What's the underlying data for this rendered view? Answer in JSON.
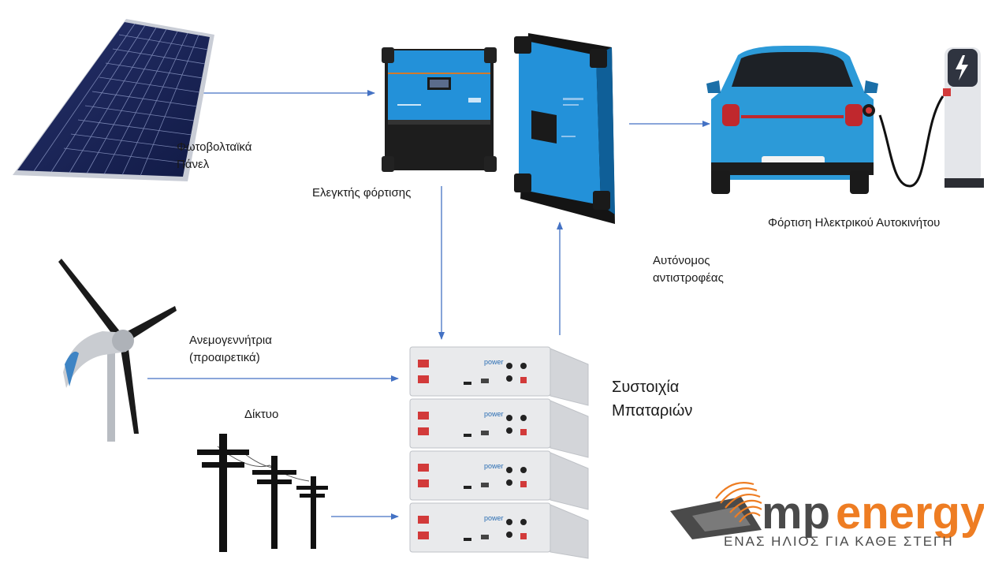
{
  "labels": {
    "pv_line1": "Φωτοβολταϊκά",
    "pv_line2": "Πάνελ",
    "controller": "Ελεγκτής φόρτισης",
    "ev": "Φόρτιση Ηλεκτρικού Αυτοκινήτου",
    "inverter_line1": "Αυτόνομος",
    "inverter_line2": "αντιστροφέας",
    "wind_line1": "Ανεμογεννήτρια",
    "wind_line2": "(προαιρετικά)",
    "grid": "Δίκτυο",
    "battery_line1": "Συστοιχία",
    "battery_line2": "Μπαταριών"
  },
  "battery_brand": "power",
  "logo": {
    "mp": "mp",
    "energy": "energy",
    "tagline": "ΕΝΑΣ ΗΛΙΟΣ ΓΙΑ ΚΑΘΕ ΣΤΕΓΗ"
  },
  "colors": {
    "arrow": "#4472c4",
    "victron_blue": "#1f8fd6",
    "car_blue": "#2c9ad8",
    "logo_orange": "#ee7d23",
    "logo_gray": "#4a4a4a"
  }
}
